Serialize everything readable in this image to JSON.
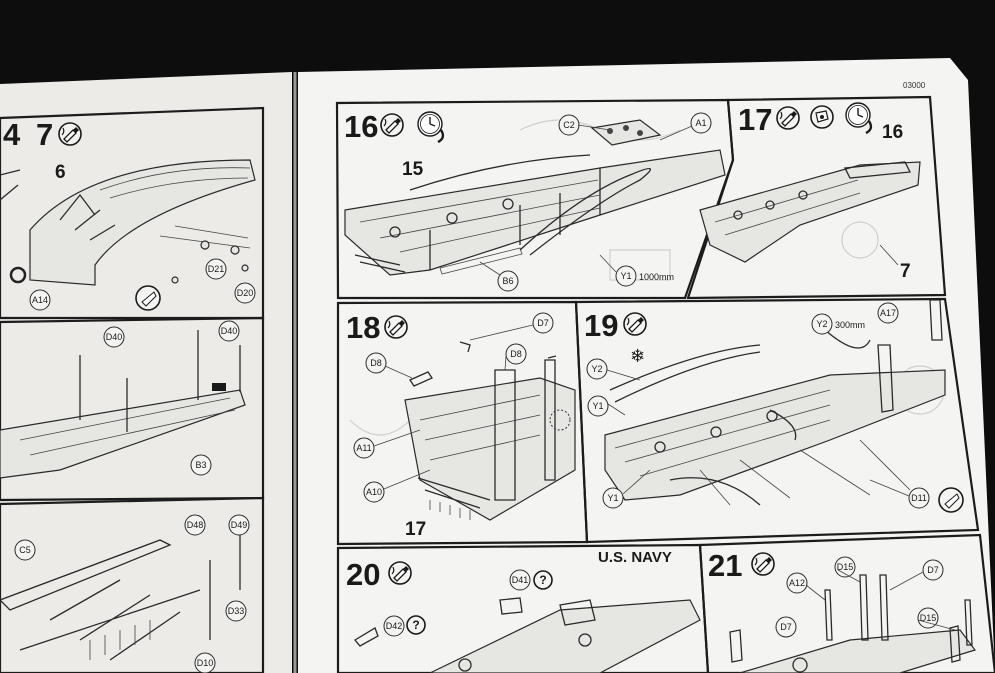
{
  "document": {
    "code": "03000"
  },
  "left_page": {
    "steps": [
      {
        "number": "4"
      },
      {
        "number": "7",
        "labels": [
          "6"
        ]
      }
    ],
    "callouts": [
      "A14",
      "D21",
      "D20",
      "D40",
      "D40",
      "B3",
      "C5",
      "D48",
      "D49",
      "D33",
      "D10"
    ]
  },
  "steps": {
    "s16": {
      "number": "16",
      "labels": [
        "15"
      ],
      "callouts": [
        "C2",
        "A1",
        "B6",
        "Y1"
      ],
      "length_note": "1000mm"
    },
    "s17": {
      "number": "17",
      "labels": [
        "16",
        "7"
      ]
    },
    "s18": {
      "number": "18",
      "labels": [
        "17"
      ],
      "callouts": [
        "D7",
        "D8",
        "D8",
        "A11",
        "A10"
      ]
    },
    "s19": {
      "number": "19",
      "callouts": [
        "Y2",
        "A17",
        "Y2",
        "Y1",
        "Y1",
        "D11"
      ],
      "length_note": "300mm"
    },
    "s20": {
      "number": "20",
      "heading": "U.S. NAVY",
      "callouts": [
        "D41",
        "D42"
      ]
    },
    "s21": {
      "number": "21",
      "callouts": [
        "D15",
        "D7",
        "A12",
        "D15",
        "D7"
      ]
    }
  },
  "icons": {
    "glue": "glue-tube-icon",
    "clock": "drying-clock-icon",
    "paint": "paint-brush-icon",
    "snowflake": "snowflake-icon",
    "question": "question-mark-icon"
  }
}
